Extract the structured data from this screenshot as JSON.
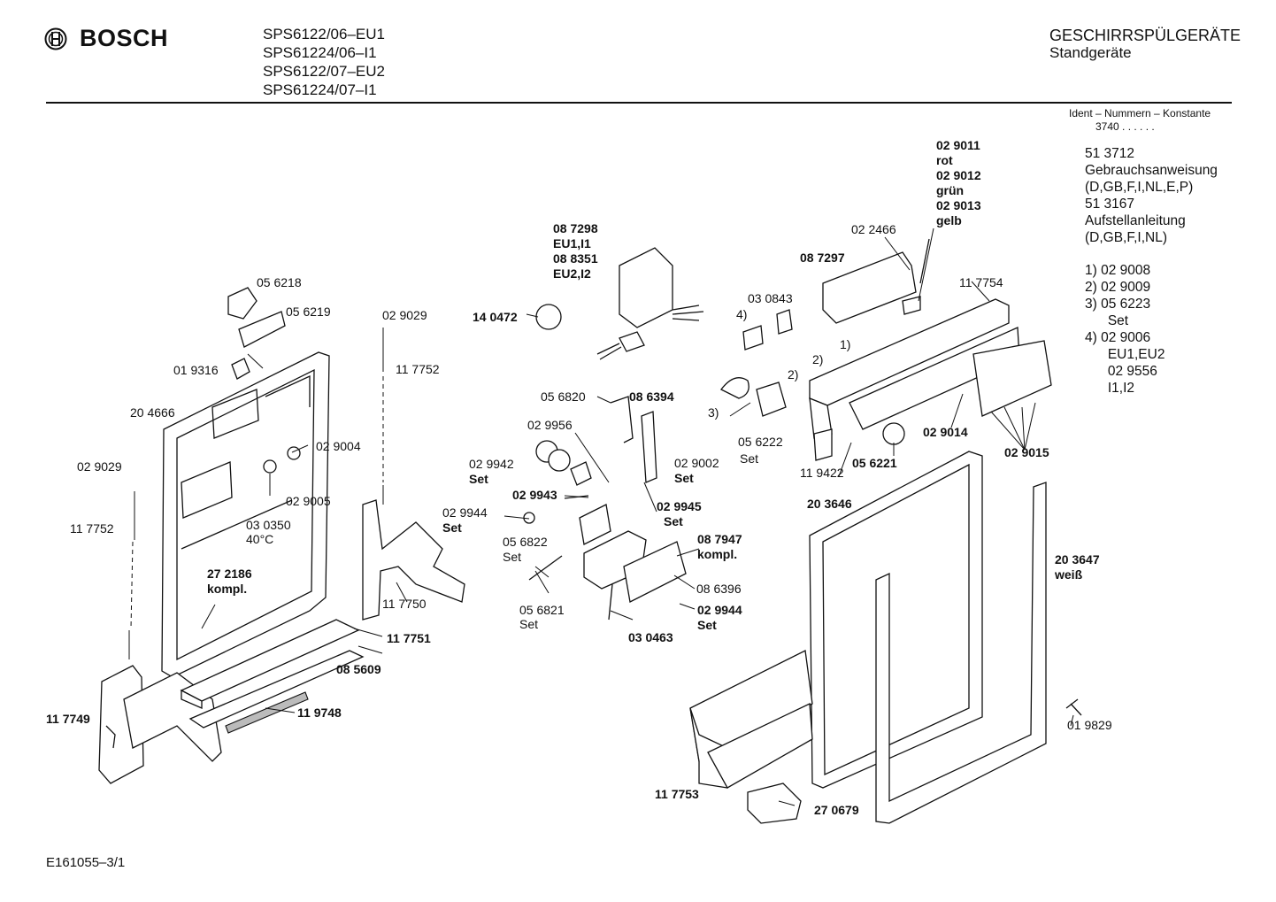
{
  "header": {
    "brand": "BOSCH",
    "models": [
      "SPS6122/06–EU1",
      "SPS61224/06–I1",
      "SPS6122/07–EU2",
      "SPS61224/07–I1"
    ],
    "category": "GESCHIRRSPÜLGERÄTE",
    "subcategory": "Standgeräte"
  },
  "ident": {
    "label": "Ident – Nummern – Konstante",
    "value": "3740  .  .  .  .  .  ."
  },
  "notes": [
    "51 3712",
    "Gebrauchsanweisung",
    "(D,GB,F,I,NL,E,P)",
    "51 3167",
    "Aufstellanleitung",
    "(D,GB,F,I,NL)",
    "",
    "1)  02 9008",
    "2)  02 9009",
    "3)  05 6223",
    "      Set",
    "4)  02 9006",
    "      EU1,EU2",
    "      02 9556",
    "      I1,I2"
  ],
  "footer": "E161055–3/1",
  "labels": {
    "l1": "05 6218",
    "l2": "05 6219",
    "l3": "01 9316",
    "l4": "20 4666",
    "l5": "02 9029",
    "l6": "11 7752",
    "l7": "02 9004",
    "l8": "02 9005",
    "l9": "03 0350",
    "l10": "40°C",
    "l11": "27 2186",
    "l12": "kompl.",
    "l13": "02 9029",
    "l14": "11 7752",
    "l15": "11 7750",
    "l16": "11 7751",
    "l17": "08 5609",
    "l18": "11 9748",
    "l19": "11 7749",
    "l20": "08 7298",
    "l21": "EU1,I1",
    "l22": "08 8351",
    "l23": "EU2,I2",
    "l24": "14 0472",
    "l25": "05 6820",
    "l26": "08 6394",
    "l27": "02 9956",
    "l28": "02 9942",
    "l29": "Set",
    "l30": "02 9943",
    "l31": "02 9944",
    "l32": "Set",
    "l33": "05 6822",
    "l34": "Set",
    "l35": "02 9002",
    "l36": "Set",
    "l37": "02 9945",
    "l38": "Set",
    "l39": "08 7947",
    "l40": "kompl.",
    "l41": "08 6396",
    "l42": "02 9944",
    "l43": "Set",
    "l44": "05 6821",
    "l45": "Set",
    "l46": "03 0463",
    "l47": "02 9011",
    "l48": "rot",
    "l49": "02 9012",
    "l50": "grün",
    "l51": "02 9013",
    "l52": "gelb",
    "l53": "02 2466",
    "l54": "08 7297",
    "l55": "11 7754",
    "l56": "03 0843",
    "l57": "4)",
    "l58": "1)",
    "l59": "2)",
    "l60": "2)",
    "l61": "3)",
    "l62": "05 6222",
    "l63": "Set",
    "l64": "02 9014",
    "l65": "02 9015",
    "l66": "11 9422",
    "l67": "05 6221",
    "l68": "20 3646",
    "l69": "20 3647",
    "l70": "weiß",
    "l71": "01 9829",
    "l72": "11 7753",
    "l73": "27 0679"
  }
}
